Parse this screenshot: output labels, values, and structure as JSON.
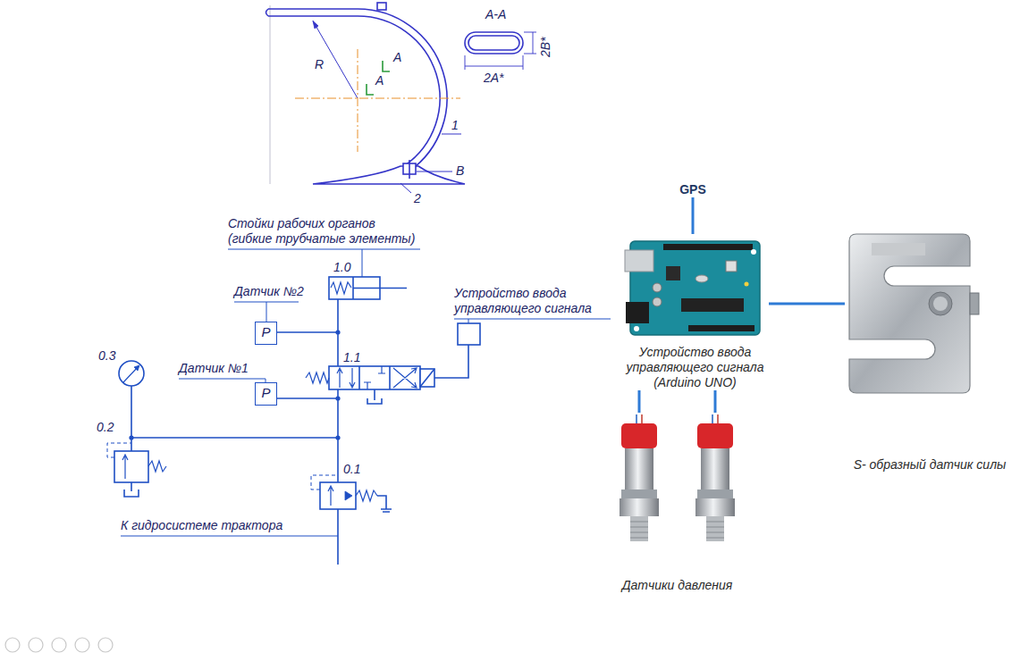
{
  "diagram": {
    "nodes": [
      {
        "text": [
          "GPS"
        ]
      },
      {
        "text": [
          "Устройство ввода управляющего сигнала (Arduino UNO)"
        ]
      },
      {
        "text": [
          "S- образный датчик силы"
        ]
      },
      {
        "text": [
          "P"
        ]
      },
      {
        "text": [
          "P"
        ]
      },
      {
        "text": [
          "Датчики давления"
        ]
      }
    ],
    "edges": [
      {
        "from": 0,
        "to": 1,
        "arrow": "none"
      },
      {
        "from": 1,
        "to": 2,
        "arrow": "none"
      },
      {
        "from": 1,
        "to": 5,
        "arrow": "none"
      },
      {
        "from": 1,
        "to": 5,
        "arrow": "none"
      }
    ],
    "labels": [
      "А-А",
      "2В*",
      "2А*",
      "R",
      "А",
      "А",
      "1",
      "В",
      "2",
      "Стойки рабочих органов (гибкие трубчатые элементы)",
      "1.0",
      "Датчик №2",
      "Устройство ввода управляющего сигнала",
      "1.1",
      "0.3",
      "Датчик №1",
      "0.2",
      "0.1",
      "К гидросистеме трактора"
    ]
  }
}
